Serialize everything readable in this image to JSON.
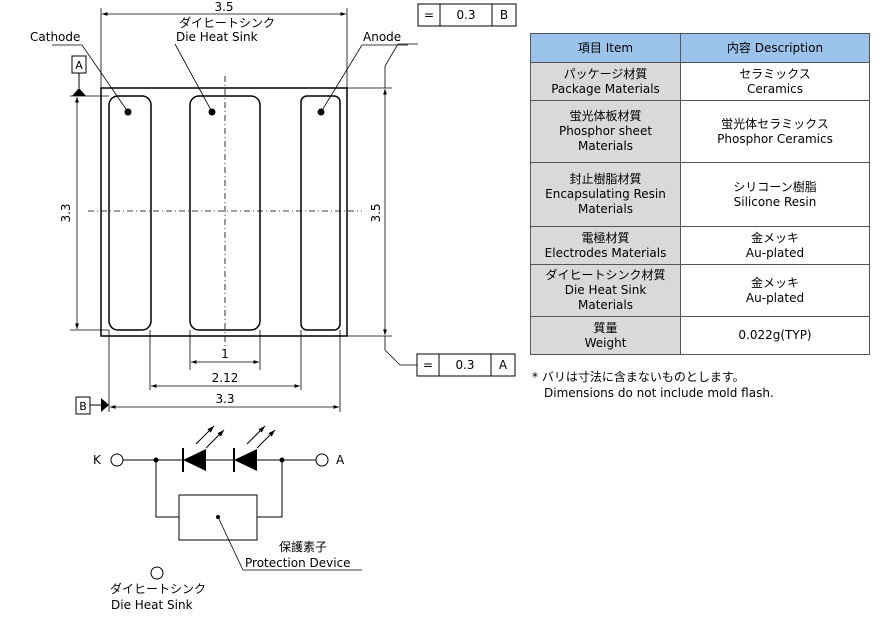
{
  "dimensions": {
    "top_width": "3.5",
    "right_height": "3.5",
    "left_height": "3.3",
    "center_width": "1",
    "pad_span": "2.12",
    "bottom_width": "3.3"
  },
  "labels": {
    "cathode": "Cathode",
    "die_heat_sink_jp": "ダイヒートシンク",
    "die_heat_sink_en": "Die Heat Sink",
    "anode": "Anode"
  },
  "datums": {
    "a": "A",
    "b": "B"
  },
  "tolerance_top": {
    "symbol": "=",
    "value": "0.3",
    "datum": "B"
  },
  "tolerance_bottom": {
    "symbol": "=",
    "value": "0.3",
    "datum": "A"
  },
  "circuit": {
    "k_label": "K",
    "a_label": "A",
    "protection_jp": "保護素子",
    "protection_en": "Protection Device",
    "heat_sink_jp": "ダイヒートシンク",
    "heat_sink_en": "Die Heat Sink"
  },
  "table": {
    "header_item": "項目 Item",
    "header_desc": "内容 Description",
    "rows": [
      {
        "item_jp": "パッケージ材質",
        "item_en": "Package Materials",
        "item_en2": "",
        "desc_jp": "セラミックス",
        "desc_en": "Ceramics"
      },
      {
        "item_jp": "蛍光体板材質",
        "item_en": "Phosphor sheet",
        "item_en2": "Materials",
        "desc_jp": "蛍光体セラミックス",
        "desc_en": "Phosphor Ceramics"
      },
      {
        "item_jp": "封止樹脂材質",
        "item_en": "Encapsulating Resin",
        "item_en2": "Materials",
        "desc_jp": "シリコーン樹脂",
        "desc_en": "Silicone Resin"
      },
      {
        "item_jp": "電極材質",
        "item_en": "Electrodes Materials",
        "item_en2": "",
        "desc_jp": "金メッキ",
        "desc_en": "Au-plated"
      },
      {
        "item_jp": "ダイヒートシンク材質",
        "item_en": "Die Heat Sink",
        "item_en2": "Materials",
        "desc_jp": "金メッキ",
        "desc_en": "Au-plated"
      },
      {
        "item_jp": "質量",
        "item_en": "Weight",
        "item_en2": "",
        "desc_jp": "0.022g(TYP)",
        "desc_en": ""
      }
    ]
  },
  "note": {
    "line_jp": "* バリは寸法に含まないものとします。",
    "line_en": "Dimensions do not include mold flash."
  }
}
